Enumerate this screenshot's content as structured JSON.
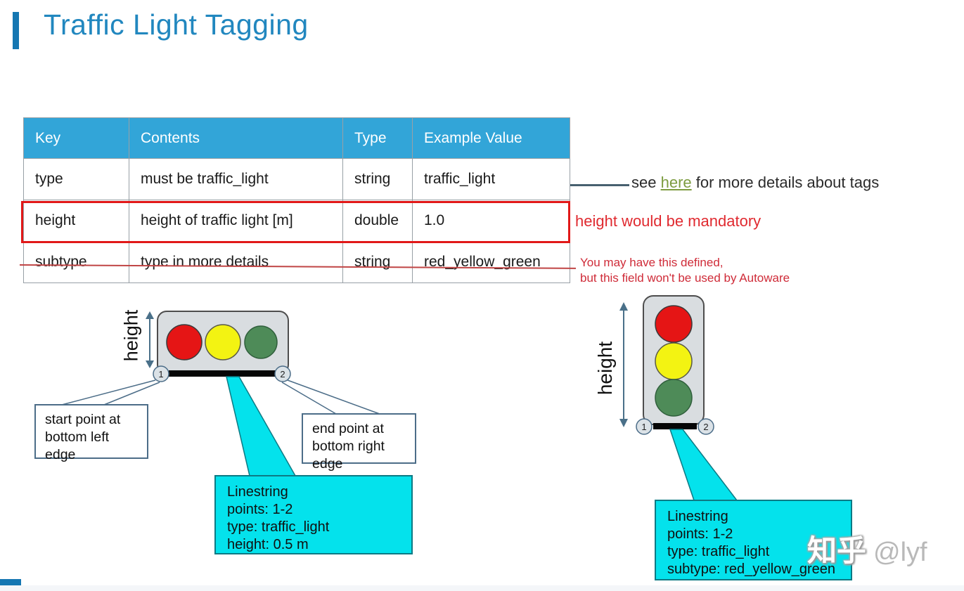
{
  "page": {
    "title": "Traffic Light Tagging"
  },
  "table": {
    "headers": [
      "Key",
      "Contents",
      "Type",
      "Example Value"
    ],
    "rows": [
      {
        "key": "type",
        "contents": "must be traffic_light",
        "type": "string",
        "example": "traffic_light"
      },
      {
        "key": "height",
        "contents": "height of traffic light [m]",
        "type": "double",
        "example": "1.0"
      },
      {
        "key": "subtype",
        "contents": "type in more details",
        "type": "string",
        "example": "red_yellow_green"
      }
    ]
  },
  "annotations": {
    "see_prefix": "see ",
    "see_link": "here",
    "see_suffix": " for more details about tags",
    "height_mandatory": "height would be mandatory",
    "autoware_line1": "You may have this defined,",
    "autoware_line2": "but this field won't be used by Autoware"
  },
  "diagram_left": {
    "height_label": "height",
    "point1": "1",
    "point2": "2",
    "start_callout": "start point at bottom left edge",
    "end_callout": "end point at bottom right edge",
    "linestring_callout": [
      "Linestring",
      "points: 1-2",
      "type: traffic_light",
      "height: 0.5 m"
    ]
  },
  "diagram_right": {
    "height_label": "height",
    "point1": "1",
    "point2": "2",
    "linestring_callout": [
      "Linestring",
      "points: 1-2",
      "type: traffic_light",
      "subtype: red_yellow_green"
    ]
  },
  "watermark": {
    "brand": "知乎",
    "handle": "@lyf"
  },
  "colors": {
    "accent_blue": "#1577b2",
    "title_blue": "#2187bf",
    "table_header_blue": "#32a5d8",
    "highlight_red": "#e11818",
    "note_red": "#cf2b38",
    "link_green": "#7d9c40",
    "callout_cyan": "#04e2ec",
    "light_red": "#e51515",
    "light_yellow": "#f3f312",
    "light_green": "#4e8b58"
  }
}
